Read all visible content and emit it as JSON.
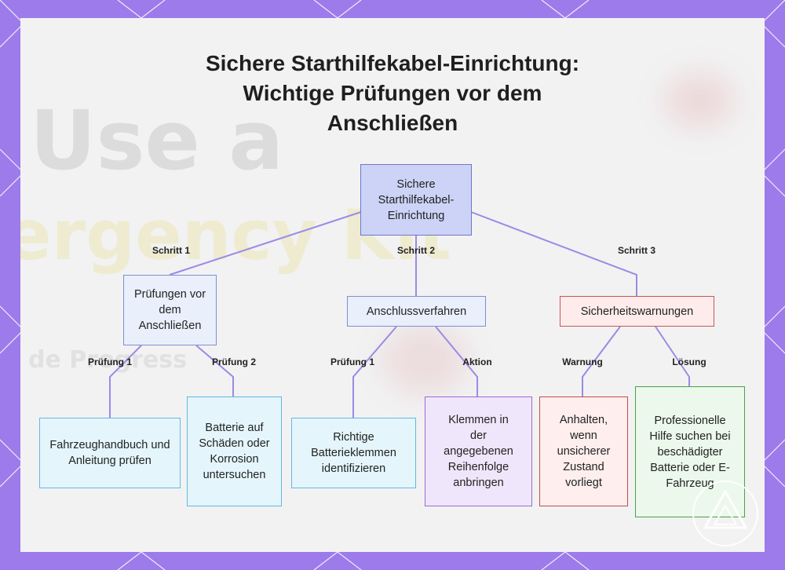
{
  "title": {
    "line1": "Sichere Starthilfekabel-Einrichtung:",
    "line2": "Wichtige Prüfungen vor dem",
    "line3": "Anschließen"
  },
  "background": {
    "line1": "Use a",
    "line2": "ergency Kit",
    "line3": "de Progress"
  },
  "nodes": {
    "root": "Sichere Starthilfekabel-Einrichtung",
    "checks": "Prüfungen vor dem Anschließen",
    "procedure": "Anschlussverfahren",
    "warnings": "Sicherheitswarnungen",
    "manual": "Fahrzeughandbuch und Anleitung prüfen",
    "battery": "Batterie auf Schäden oder Korrosion untersuchen",
    "clamps": "Richtige Batterieklemmen identifizieren",
    "order": "Klemmen in der angegebenen Reihenfolge anbringen",
    "stop": "Anhalten, wenn unsicherer Zustand vorliegt",
    "help": "Professionelle Hilfe suchen bei beschädigter Batterie oder E-Fahrzeug"
  },
  "edge_labels": {
    "step1": "Schritt 1",
    "step2": "Schritt 2",
    "step3": "Schritt 3",
    "check1_a": "Prüfung 1",
    "check2": "Prüfung 2",
    "check1_b": "Prüfung 1",
    "action": "Aktion",
    "warning": "Warnung",
    "solution": "Lösung"
  },
  "colors": {
    "frame": "#9d7bea",
    "connector": "#9b8ae6",
    "root_fill": "#ccd3f7",
    "warning_border": "#c95555",
    "solution_border": "#4aa24a"
  },
  "icons": [
    "triangle-logo-icon"
  ]
}
